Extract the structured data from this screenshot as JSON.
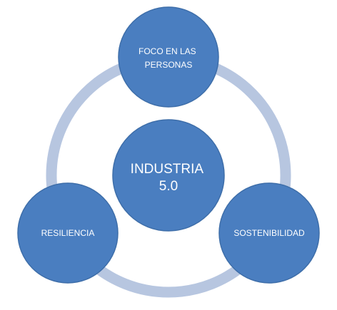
{
  "diagram": {
    "center": {
      "lines": [
        "INDUSTRIA",
        "5.0"
      ]
    },
    "nodes": {
      "top": {
        "lines": [
          "FOCO EN LAS",
          "PERSONAS"
        ]
      },
      "left": {
        "lines": [
          "RESILIENCIA"
        ]
      },
      "right": {
        "lines": [
          "SOSTENIBILIDAD"
        ]
      }
    },
    "colors": {
      "node_fill": "#4a7ec0",
      "node_stroke": "#3e6ea9",
      "ring": "#b7c6e0",
      "text": "#ffffff"
    }
  }
}
